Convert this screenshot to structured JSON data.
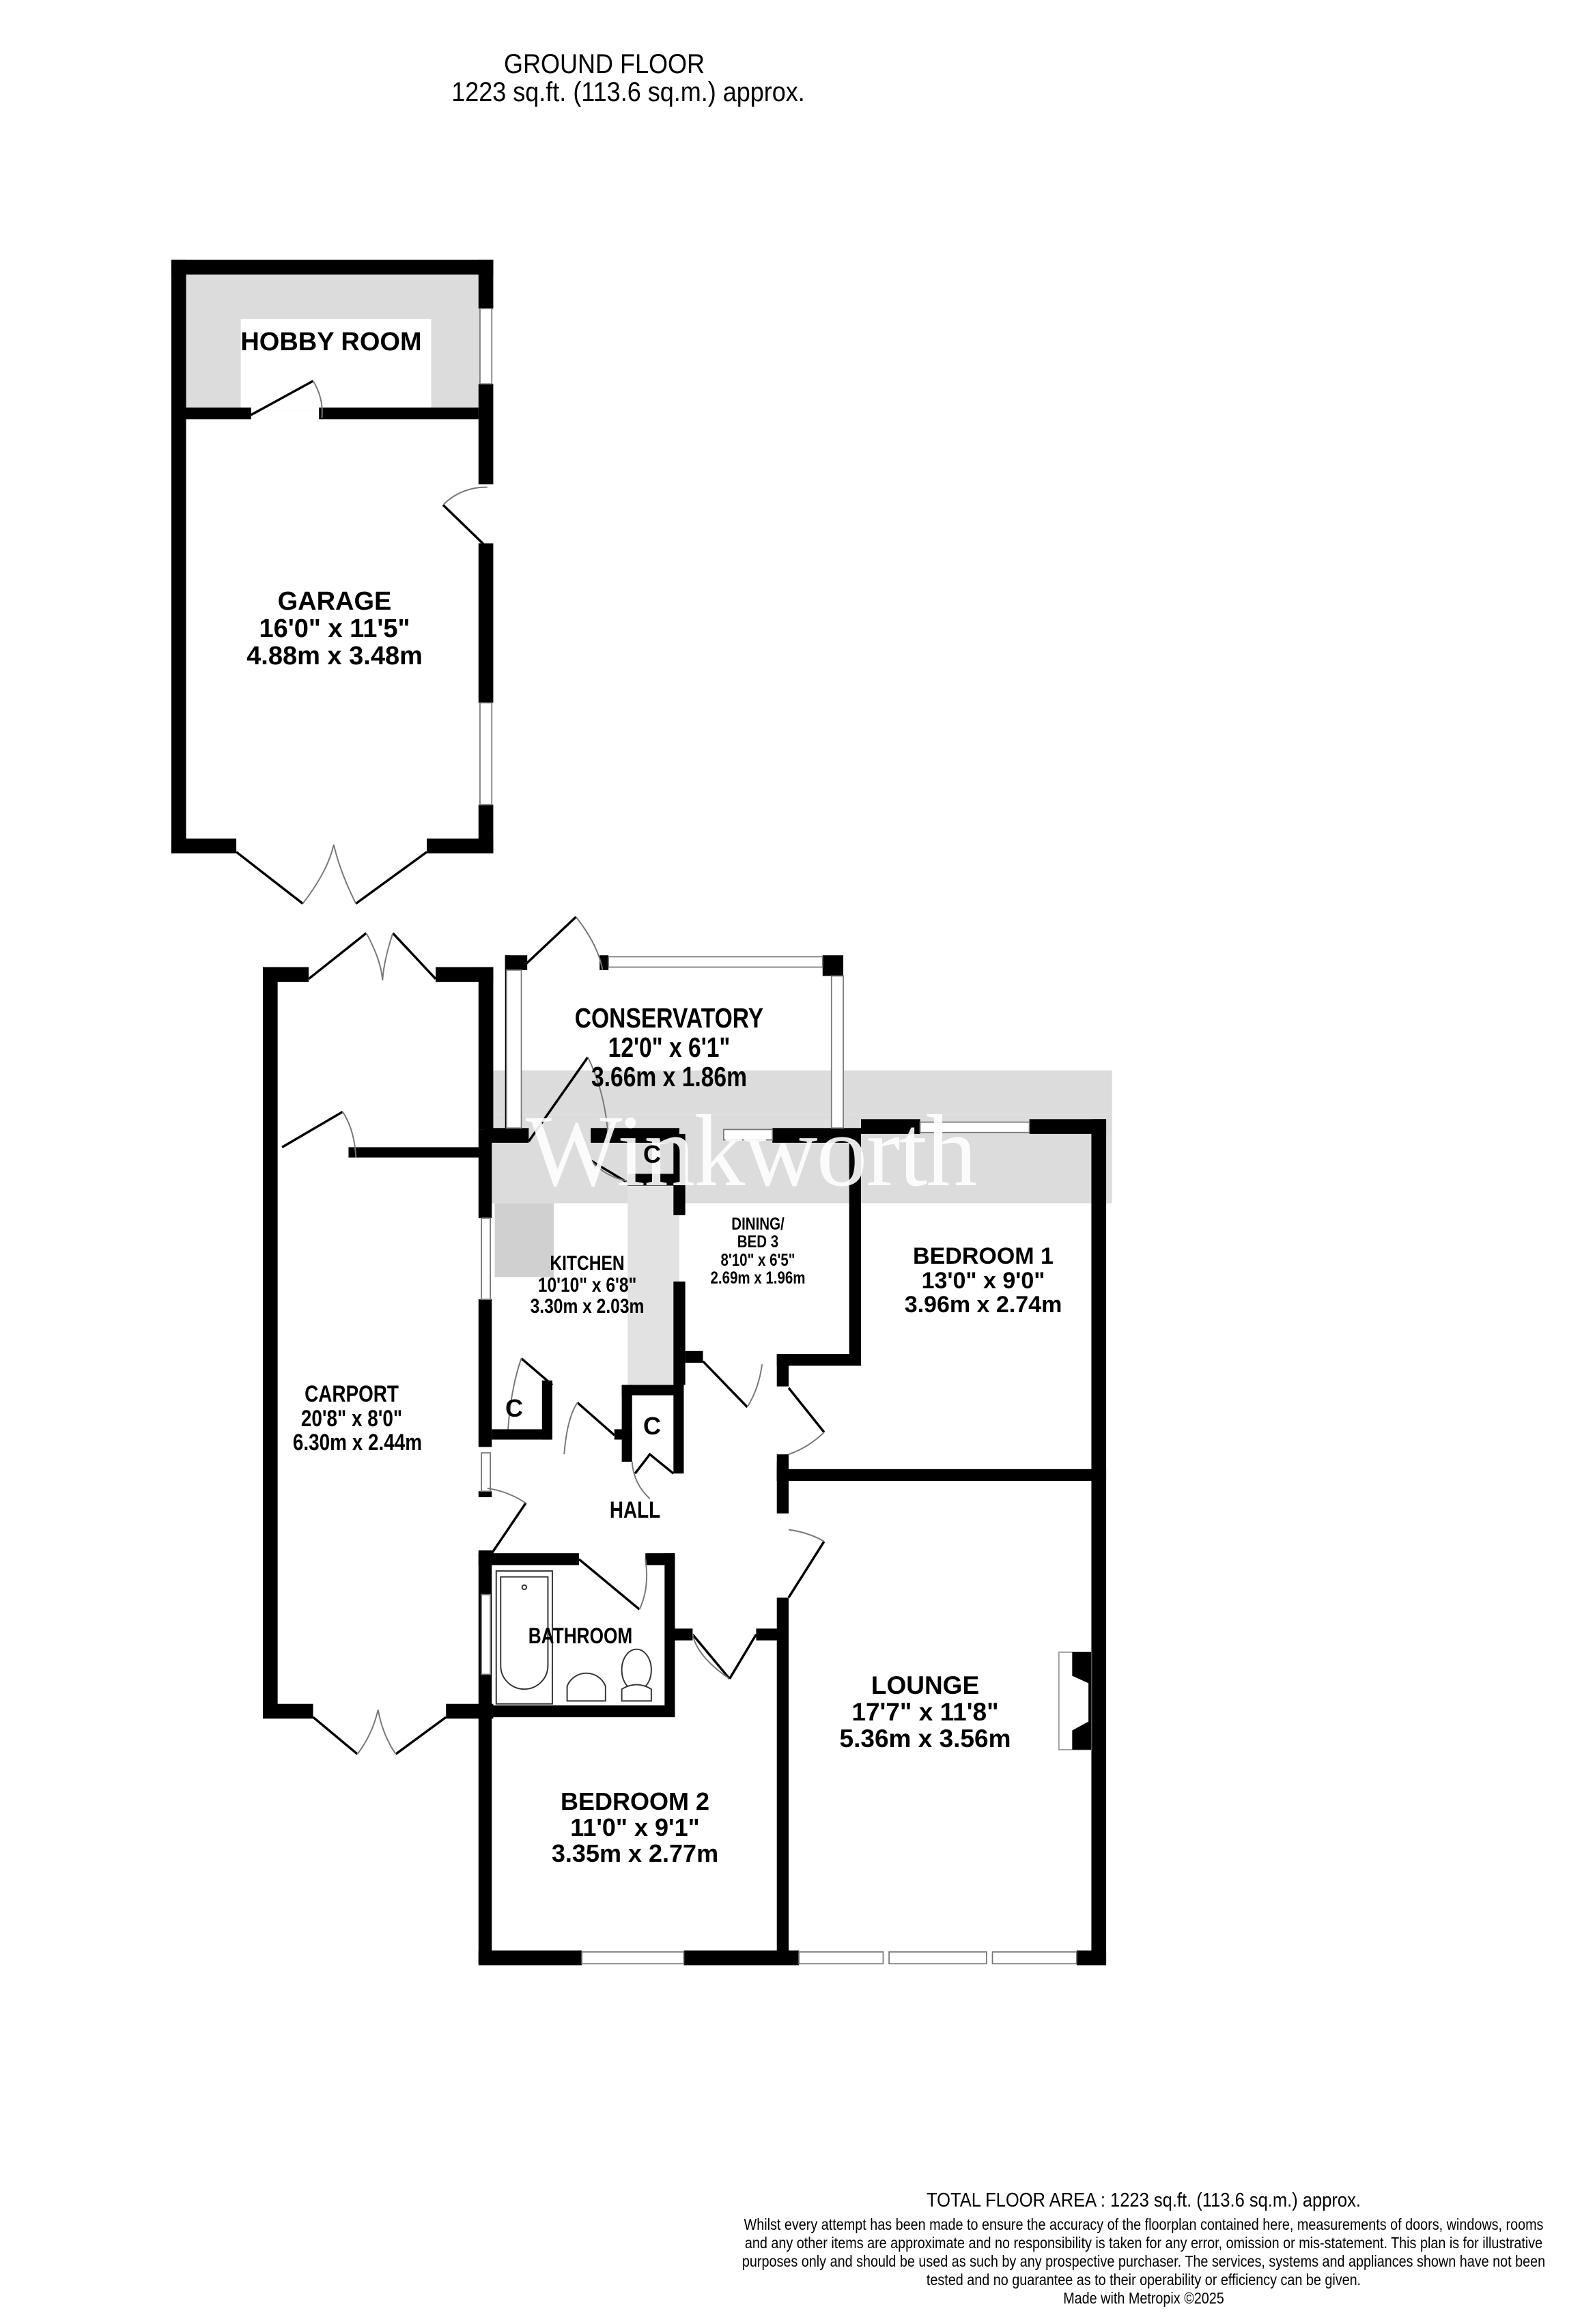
{
  "header": {
    "title": "GROUND FLOOR",
    "area": "1223 sq.ft. (113.6 sq.m.) approx."
  },
  "watermark": "Winkworth",
  "rooms": {
    "hobby_room": {
      "name": "HOBBY ROOM"
    },
    "garage": {
      "name": "GARAGE",
      "imperial": "16'0\"  x 11'5\"",
      "metric": "4.88m  x 3.48m"
    },
    "conservatory": {
      "name": "CONSERVATORY",
      "imperial": "12'0\"  x 6'1\"",
      "metric": "3.66m  x 1.86m"
    },
    "kitchen": {
      "name": "KITCHEN",
      "imperial": "10'10\"  x 6'8\"",
      "metric": "3.30m  x 2.03m"
    },
    "dining": {
      "name_line1": "DINING/",
      "name_line2": "BED 3",
      "imperial": "8'10\"  x 6'5\"",
      "metric": "2.69m  x 1.96m"
    },
    "bedroom1": {
      "name": "BEDROOM 1",
      "imperial": "13'0\"  x 9'0\"",
      "metric": "3.96m  x 2.74m"
    },
    "carport": {
      "name": "CARPORT",
      "imperial": "20'8\"  x 8'0\"",
      "metric": "6.30m  x 2.44m"
    },
    "hall": {
      "name": "HALL"
    },
    "bathroom": {
      "name": "BATHROOM"
    },
    "lounge": {
      "name": "LOUNGE",
      "imperial": "17'7\"  x 11'8\"",
      "metric": "5.36m  x 3.56m"
    },
    "bedroom2": {
      "name": "BEDROOM 2",
      "imperial": "11'0\"  x 9'1\"",
      "metric": "3.35m  x 2.77m"
    },
    "cupboard_label": "C"
  },
  "footer": {
    "total": "TOTAL FLOOR AREA : 1223 sq.ft. (113.6 sq.m.) approx.",
    "disclaimer": "Whilst every attempt has been made to ensure the accuracy of the floorplan contained here, measurements of doors, windows, rooms and any other items are approximate and no responsibility is taken for any error, omission or mis-statement. This plan is for illustrative purposes only and should be used as such by any prospective purchaser. The services, systems and appliances shown have not been tested and no guarantee as to their operability or efficiency can be given.",
    "made_with": "Made with Metropix ©2025"
  },
  "colors": {
    "wall": "#000000",
    "shade": "#dcdcdc",
    "background": "#ffffff"
  }
}
